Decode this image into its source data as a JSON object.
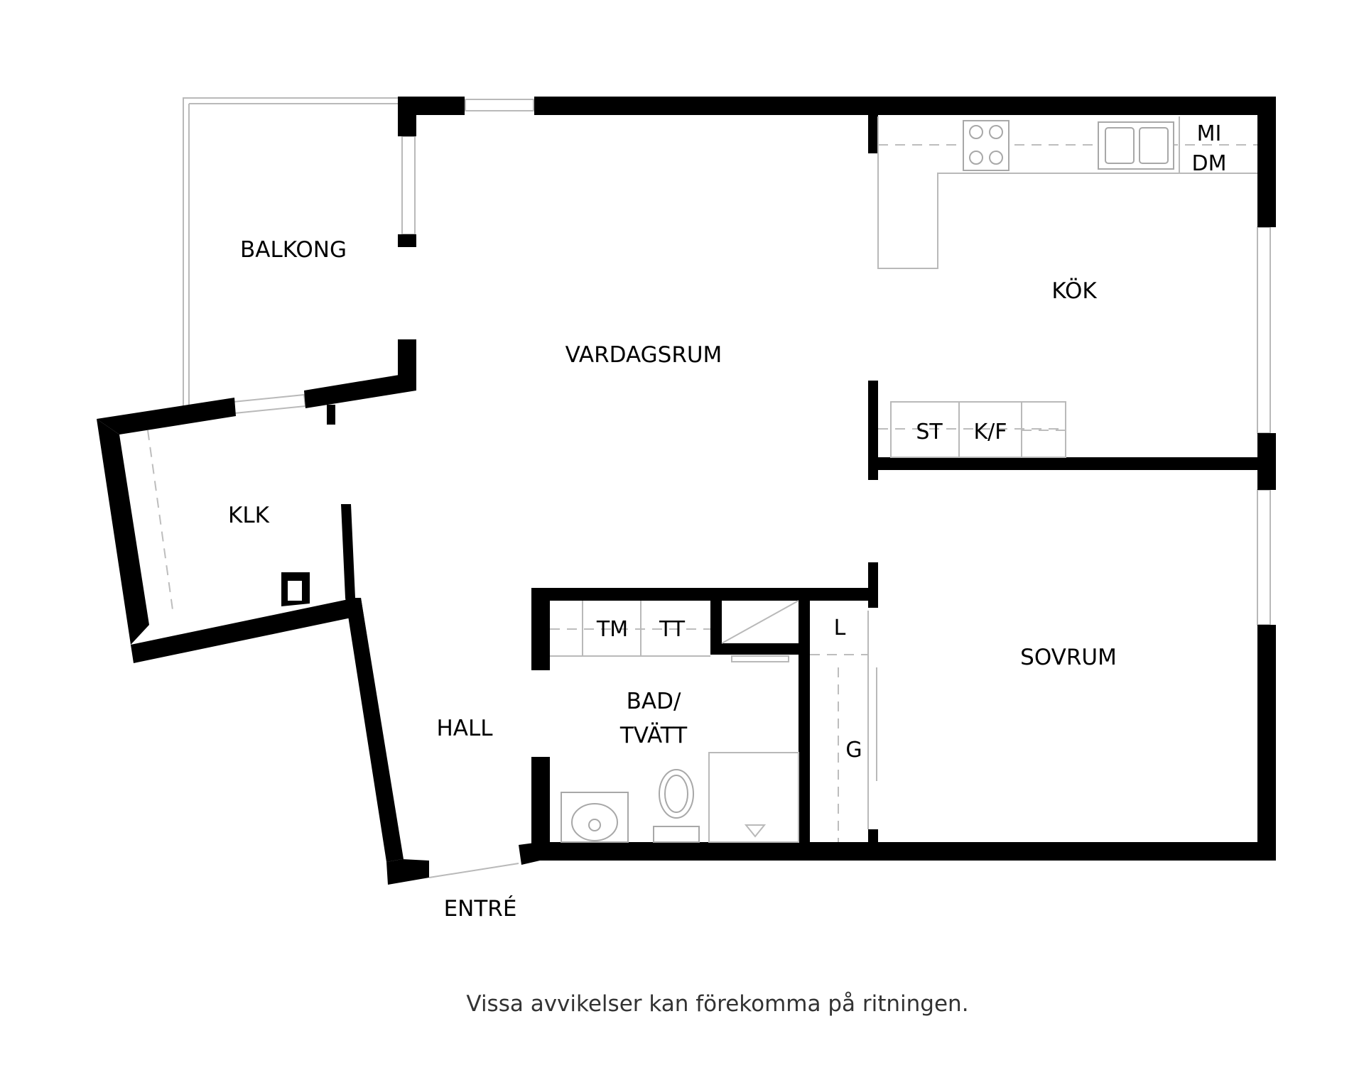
{
  "rooms": {
    "balkong": "BALKONG",
    "vardagsrum": "VARDAGSRUM",
    "kok": "KÖK",
    "klk": "KLK",
    "sovrum": "SOVRUM",
    "hall": "HALL",
    "bad_line1": "BAD/",
    "bad_line2": "TVÄTT",
    "entre": "ENTRÉ"
  },
  "fixtures": {
    "mi": "MI",
    "dm": "DM",
    "st": "ST",
    "kf": "K/F",
    "tm": "TM",
    "tt": "TT",
    "l": "L",
    "g": "G"
  },
  "disclaimer": "Vissa avvikelser kan förekomma på ritningen.",
  "colors": {
    "wall": "#000000",
    "fixture_line": "#b9b9b9",
    "background": "#ffffff"
  }
}
